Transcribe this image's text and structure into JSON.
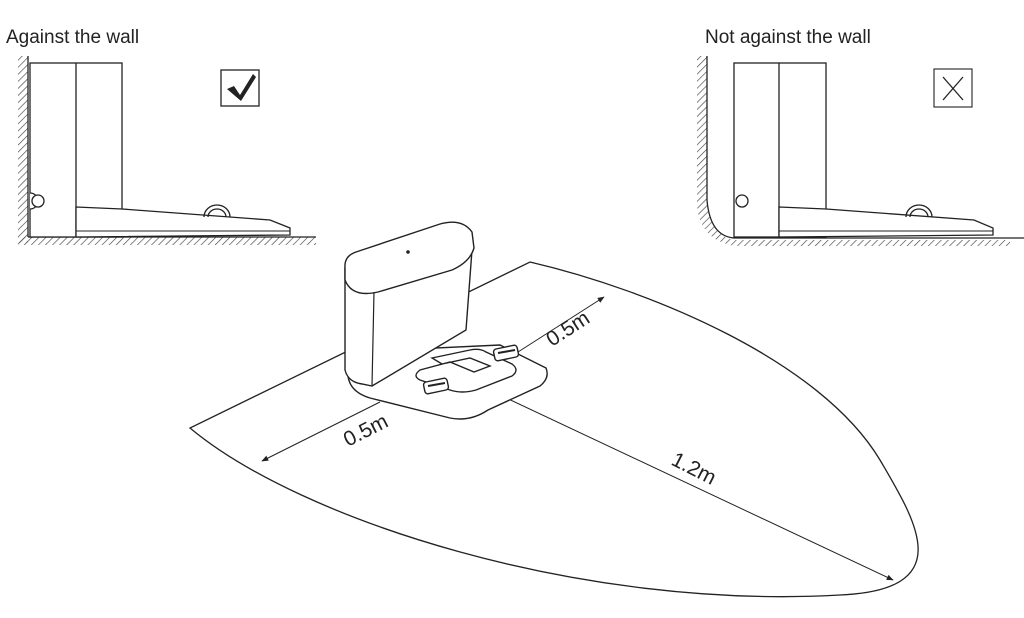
{
  "captions": {
    "left": "Against the wall",
    "right": "Not against the wall"
  },
  "marks": {
    "correct": "checkmark-icon",
    "wrong": "x-mark-icon"
  },
  "dimensions": {
    "side_right": "0.5m",
    "side_left": "0.5m",
    "front": "1.2m"
  },
  "colors": {
    "line": "#222222",
    "stroke_light": "#555555",
    "background": "#ffffff"
  }
}
